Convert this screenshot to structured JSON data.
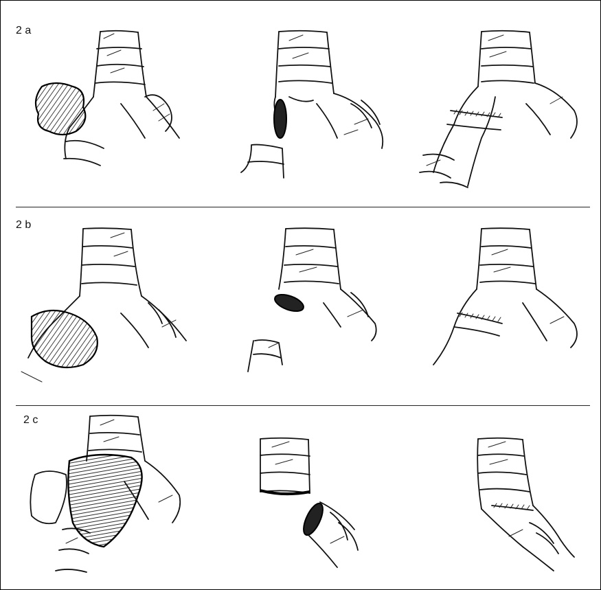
{
  "rows": [
    {
      "label": "2 a"
    },
    {
      "label": "2 b"
    },
    {
      "label": "2 c"
    }
  ]
}
